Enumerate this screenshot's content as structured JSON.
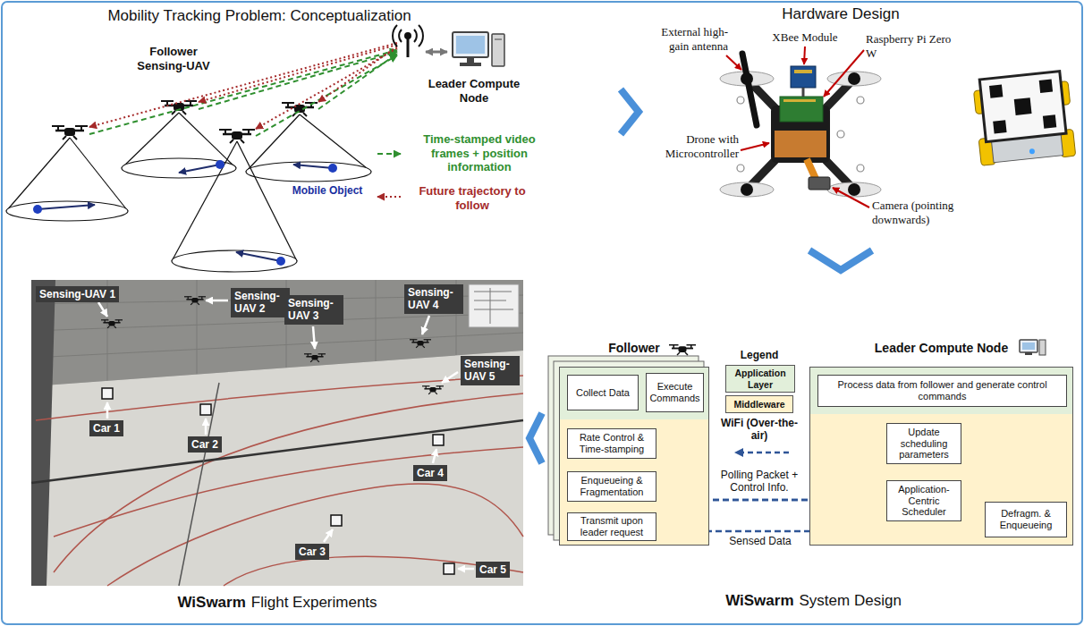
{
  "diagram": {
    "nodes": [
      {
        "text": [
          "Follower"
        ]
      },
      {
        "text": [
          "Collect Data"
        ],
        "in": 0
      },
      {
        "text": [
          "Execute Commands"
        ],
        "in": 0
      },
      {
        "text": [
          "Rate Control & Time-stamping"
        ],
        "in": 0
      },
      {
        "text": [
          "Enqueueing & Fragmentation"
        ],
        "in": 0
      },
      {
        "text": [
          "Transmit upon leader request"
        ],
        "in": 0
      },
      {
        "text": [
          "Leader Compute Node"
        ]
      },
      {
        "text": [
          "Process data from follower and generate control commands"
        ],
        "in": 6
      },
      {
        "text": [
          "Update scheduling parameters"
        ],
        "in": 6
      },
      {
        "text": [
          "Application-Centric Scheduler"
        ],
        "in": 6
      },
      {
        "text": [
          "Defragm. & Enqueueing"
        ],
        "in": 6
      }
    ],
    "edges": [
      {
        "from": 1,
        "to": 3,
        "arrow": "to"
      },
      {
        "from": 3,
        "to": 4,
        "arrow": "to"
      },
      {
        "from": 4,
        "to": 5,
        "arrow": "to"
      },
      {
        "from": 5,
        "to": 10,
        "label": "Sensed Data",
        "arrow": "to"
      },
      {
        "from": 9,
        "to": 5,
        "label": "Polling Packet + Control Info.",
        "arrow": "to"
      },
      {
        "from": 9,
        "to": 2,
        "arrow": "to"
      },
      {
        "from": 7,
        "to": 8,
        "arrow": "to"
      },
      {
        "from": 8,
        "to": 9,
        "arrow": "to"
      },
      {
        "from": 10,
        "to": 7,
        "arrow": "to"
      }
    ],
    "labels": [
      "Mobility Tracking Problem: Conceptualization",
      "Hardware Design",
      "Follower Sensing-UAV",
      "Leader Compute Node",
      "Mobile Object",
      "External high-gain antenna",
      "XBee Module",
      "Raspberry Pi Zero W",
      "Drone with Microcontroller",
      "Camera (pointing downwards)",
      "Sensing-UAV 1",
      "Sensing-UAV 2",
      "Sensing-UAV 3",
      "Sensing-UAV 4",
      "Sensing-UAV 5",
      "Car 1",
      "Car 2",
      "Car 3",
      "Car 4",
      "Car 5",
      "WiSwarm",
      "Flight Experiments",
      "Legend",
      "WiFi (Over-the-air)",
      "WiSwarm",
      "System Design"
    ],
    "legend": [
      {
        "text": "Time-stamped video frames + position information"
      },
      {
        "text": "Future trajectory to follow"
      },
      {
        "text": "Application Layer",
        "color": "#e2efda"
      },
      {
        "text": "Middleware",
        "color": "#fff2cc"
      }
    ]
  }
}
